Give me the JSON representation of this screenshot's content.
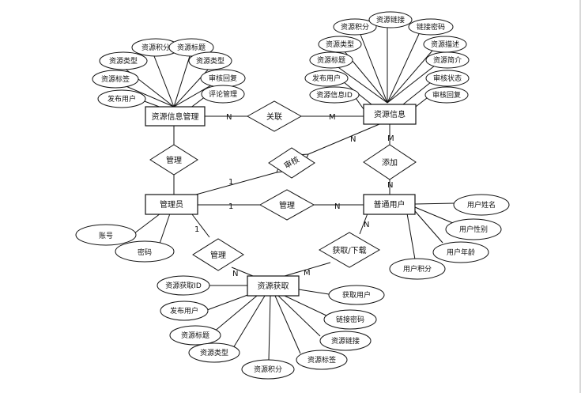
{
  "entities": {
    "resource_mgmt": "资源信息管理",
    "resource_info": "资源信息",
    "admin": "管理员",
    "user": "普通用户",
    "resource_fetch": "资源获取"
  },
  "relations": {
    "link": "关联",
    "manage_top": "管理",
    "review": "审核",
    "add": "添加",
    "manage_mid": "管理",
    "manage_bottom": "管理",
    "fetch_download": "获取/下载"
  },
  "cardinalities": {
    "link_left": "N",
    "link_right": "M",
    "review_admin": "1",
    "review_info": "N",
    "add_info": "M",
    "add_user": "N",
    "admin_user_1": "1",
    "admin_user_n": "N",
    "manage_fetch_admin": "1",
    "manage_fetch_n": "N",
    "fetch_user": "N",
    "fetch_fetch": "M"
  },
  "attributes": {
    "resource_mgmt": [
      "资源积分",
      "资源标题",
      "资源类型",
      "资源类型",
      "资源标签",
      "审核回复",
      "发布用户",
      "评论管理"
    ],
    "resource_info": [
      "资源积分",
      "资源链接",
      "链接密码",
      "资源类型",
      "资源描述",
      "资源标题",
      "资源简介",
      "发布用户",
      "审核状态",
      "资源信息ID",
      "审核回复"
    ],
    "admin": [
      "账号",
      "密码"
    ],
    "user": [
      "用户姓名",
      "用户性别",
      "用户年龄",
      "用户积分"
    ],
    "resource_fetch": [
      "资源获取ID",
      "获取用户",
      "发布用户",
      "链接密码",
      "资源标题",
      "资源链接",
      "资源类型",
      "资源标签",
      "资源积分"
    ]
  }
}
